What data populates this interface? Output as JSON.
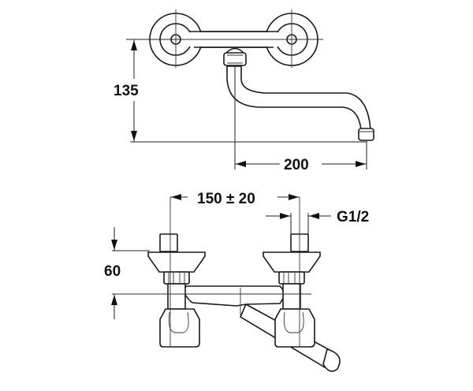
{
  "drawing": {
    "title": "Wall-mounted mixer tap dimension drawing",
    "top_view": {
      "dimensions": {
        "height_label": "135",
        "spout_reach_label": "200"
      }
    },
    "front_view": {
      "dimensions": {
        "center_distance_label": "150 ± 20",
        "thread_label": "G1/2",
        "height_label": "60"
      }
    },
    "line_color": "#1a1a1a",
    "background_color": "#ffffff"
  }
}
